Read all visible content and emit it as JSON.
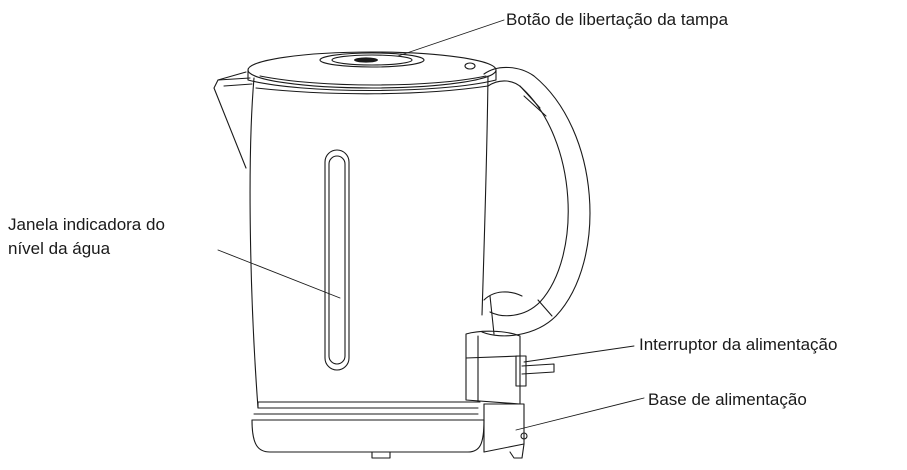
{
  "labels": {
    "lid_release": "Botão de libertação da tampa",
    "water_window_line1": "Janela indicadora do",
    "water_window_line2": "nível da água",
    "power_switch": "Interruptor da alimentação",
    "power_base": "Base de alimentação"
  },
  "colors": {
    "line": "#1a1a1a",
    "text": "#1a1a1a",
    "background": "#ffffff"
  }
}
